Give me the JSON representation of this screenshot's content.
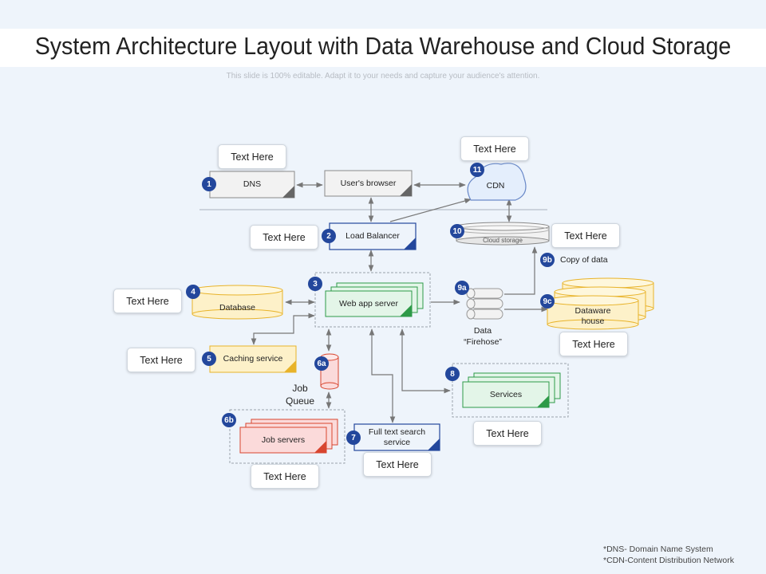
{
  "title": "System Architecture Layout with Data Warehouse and Cloud Storage",
  "subtitle": "This slide is 100% editable. Adapt it to your needs and capture your audience's attention.",
  "callouts": {
    "dns": "Text Here",
    "cdn": "Text Here",
    "load_balancer": "Text Here",
    "cloud_storage": "Text Here",
    "database": "Text Here",
    "caching_service": "Text Here",
    "data_warehouse": "Text Here",
    "services": "Text Here",
    "full_text_search": "Text Here",
    "job_servers": "Text Here"
  },
  "nodes": {
    "dns": "DNS",
    "browser": "User's browser",
    "cdn": "CDN",
    "load_balancer": "Load Balancer",
    "cloud_storage": "Cloud storage",
    "database": "Database",
    "web_app_server": "Web app server",
    "data_firehose": "Data\n“Firehose”",
    "copy_of_data": "Copy of data",
    "data_warehouse": "Dataware\nhouse",
    "caching_service": "Caching service",
    "job_queue": "Job\nQueue",
    "services": "Services",
    "job_servers": "Job servers",
    "full_text_search": "Full text search\nservice"
  },
  "badges": {
    "dns": "1",
    "load_balancer": "2",
    "web_app_server": "3",
    "database": "4",
    "caching_service": "5",
    "job_queue": "6a",
    "job_servers": "6b",
    "full_text_search": "7",
    "services": "8",
    "data_firehose": "9a",
    "copy_of_data": "9b",
    "data_warehouse": "9c",
    "cloud_storage": "10",
    "cdn": "11"
  },
  "footnotes": {
    "dns": "*DNS- Domain Name System",
    "cdn": "*CDN-Content Distribution Network"
  },
  "colors": {
    "badge": "#23479c",
    "load_balancer_accent": "#23479c",
    "web_app_accent": "#2e9a48",
    "services_accent": "#2e9a48",
    "caching_accent": "#e8b32a",
    "job_servers_accent": "#d8452f",
    "full_text_accent": "#23479c",
    "gray_accent": "#666666"
  }
}
